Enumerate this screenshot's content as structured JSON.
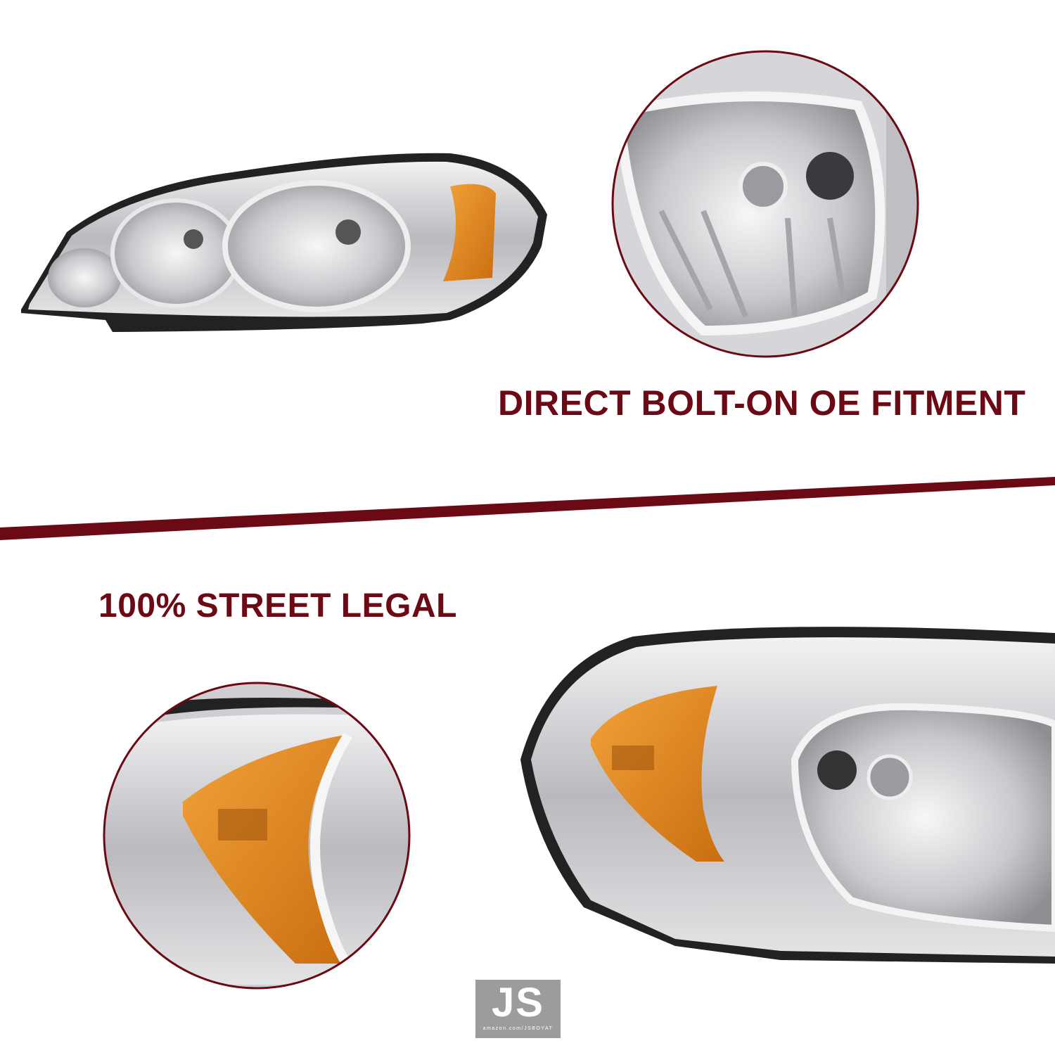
{
  "headlines": {
    "fitment": "DIRECT BOLT-ON OE FITMENT",
    "legal": "100% STREET LEGAL"
  },
  "logo": {
    "mark": "JS",
    "url_text": "amazon.com/JSBOYAT"
  },
  "colors": {
    "accent": "#6b0a14",
    "amber": "#e08a1a",
    "chrome": "#c8c8cc",
    "logo_bg": "#9c9c9c"
  }
}
